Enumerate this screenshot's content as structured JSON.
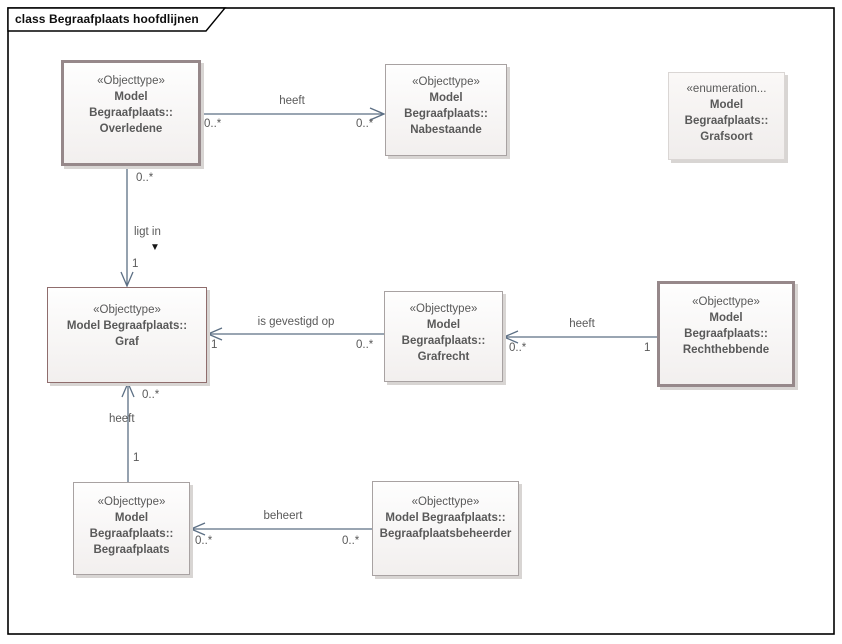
{
  "diagram_title": "class Begraafplaats hoofdlijnen",
  "colors": {
    "connector": "#5c6f84",
    "frame": "#000000",
    "node_border_thick": "#96888a",
    "node_border_thin": "#a8a2a2",
    "node_border_accent": "#8f6d6d",
    "text": "#595959"
  },
  "nodes": {
    "overledene": {
      "stereotype": "«Objecttype»",
      "line1": "Model",
      "line2": "Begraafplaats::",
      "line3": "Overledene"
    },
    "nabestaande": {
      "stereotype": "«Objecttype»",
      "line1": "Model",
      "line2": "Begraafplaats::",
      "line3": "Nabestaande"
    },
    "grafsoort": {
      "stereotype": "«enumeration...",
      "line1": "Model",
      "line2": "Begraafplaats::",
      "line3": "Grafsoort"
    },
    "graf": {
      "stereotype": "«Objecttype»",
      "line1": "Model Begraafplaats::",
      "line2": "Graf"
    },
    "grafrecht": {
      "stereotype": "«Objecttype»",
      "line1": "Model",
      "line2": "Begraafplaats::",
      "line3": "Grafrecht"
    },
    "rechthebbende": {
      "stereotype": "«Objecttype»",
      "line1": "Model",
      "line2": "Begraafplaats::",
      "line3": "Rechthebbende"
    },
    "begraafplaats": {
      "stereotype": "«Objecttype»",
      "line1": "Model",
      "line2": "Begraafplaats::",
      "line3": "Begraafplaats"
    },
    "begraafplaatsbeheerder": {
      "stereotype": "«Objecttype»",
      "line1": "Model Begraafplaats::",
      "line2": "Begraafplaatsbeheerder"
    }
  },
  "connectors": {
    "overledene_heeft_nabestaande": {
      "label": "heeft",
      "source_mult": "0..*",
      "target_mult": "0..*"
    },
    "overledene_ligt_in_graf": {
      "label": "ligt in",
      "source_mult": "0..*",
      "target_mult": "1",
      "direction_icon": "▼"
    },
    "grafrecht_is_gevestigd_op_graf": {
      "label": "is gevestigd op",
      "source_mult": "0..*",
      "target_mult": "1"
    },
    "rechthebbende_heeft_grafrecht": {
      "label": "heeft",
      "source_mult": "1",
      "target_mult": "0..*"
    },
    "begraafplaats_heeft_graf": {
      "label": "heeft",
      "source_mult": "1",
      "target_mult": "0..*"
    },
    "begraafplaatsbeheerder_beheert_begraafplaats": {
      "label": "beheert",
      "source_mult": "0..*",
      "target_mult": "0..*"
    }
  }
}
